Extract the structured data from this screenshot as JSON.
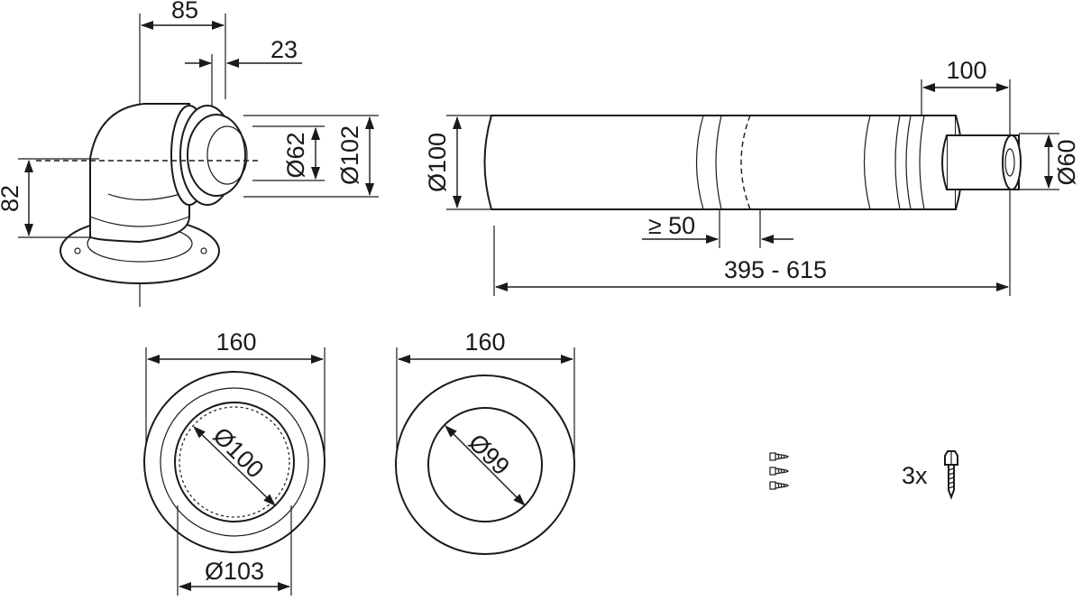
{
  "elbow": {
    "width_85": "85",
    "offset_23": "23",
    "dia_62": "Ø62",
    "dia_102": "Ø102",
    "height_82": "82"
  },
  "pipe": {
    "dia_100": "Ø100",
    "spigot_100": "100",
    "dia_60": "Ø60",
    "min_insert": "≥ 50",
    "length_range": "395 - 615"
  },
  "rosette_inner": {
    "outer_160": "160",
    "dia_100": "Ø100",
    "dia_103": "Ø103"
  },
  "rosette_outer": {
    "outer_160": "160",
    "dia_99": "Ø99"
  },
  "fasteners": {
    "quantity": "3x"
  }
}
